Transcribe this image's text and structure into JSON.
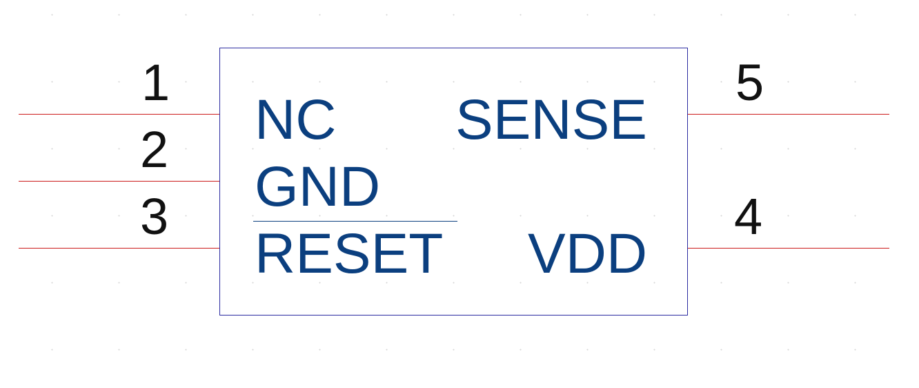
{
  "component": {
    "pins": [
      {
        "number": "1",
        "name": "NC"
      },
      {
        "number": "2",
        "name": "GND"
      },
      {
        "number": "3",
        "name": "RESET",
        "active_low": true
      },
      {
        "number": "4",
        "name": "VDD"
      },
      {
        "number": "5",
        "name": "SENSE"
      }
    ]
  },
  "colors": {
    "pin_line": "#cc1a1a",
    "body_outline": "#2a2aa0",
    "pin_name": "#0b3f7f",
    "pin_number": "#111111",
    "grid_dot": "#d6d6d6"
  }
}
